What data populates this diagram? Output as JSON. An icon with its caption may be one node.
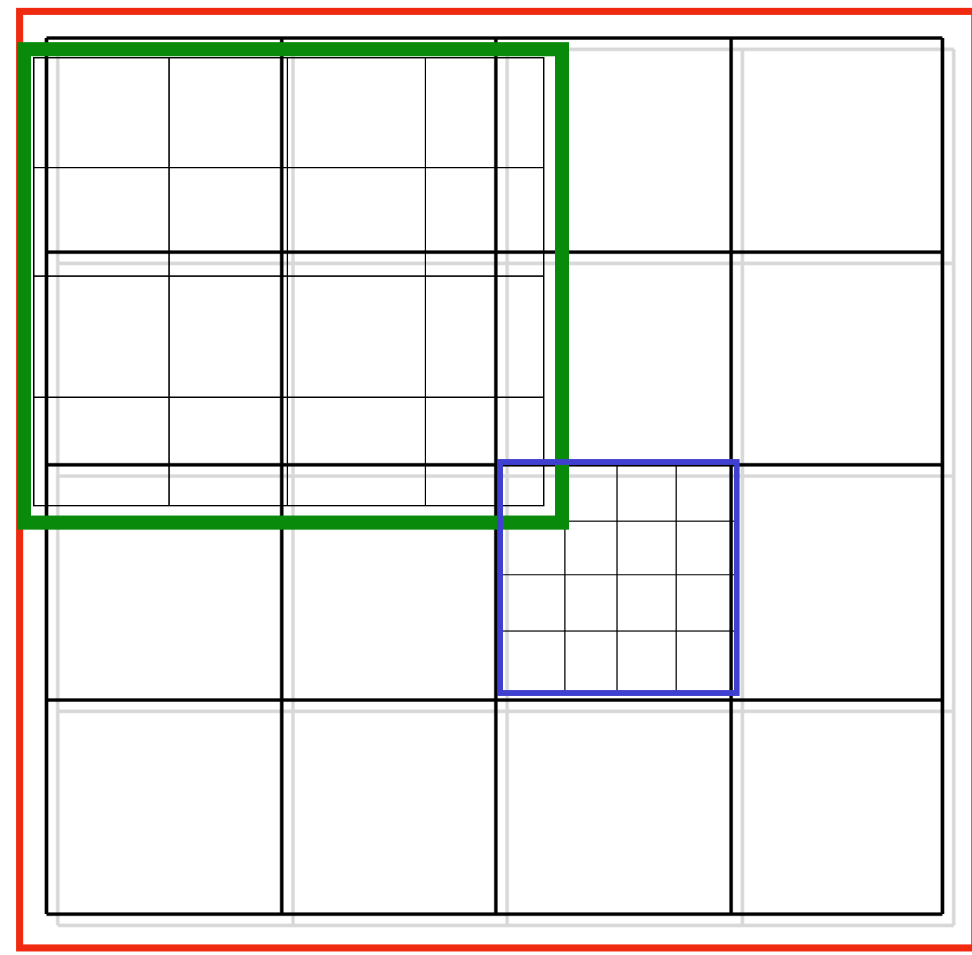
{
  "diagram": {
    "nodes": [
      {
        "text": [],
        "shape": "box"
      },
      {
        "text": [],
        "shape": "box",
        "in": 0
      },
      {
        "text": [],
        "shape": "box",
        "in": 0
      }
    ]
  }
}
